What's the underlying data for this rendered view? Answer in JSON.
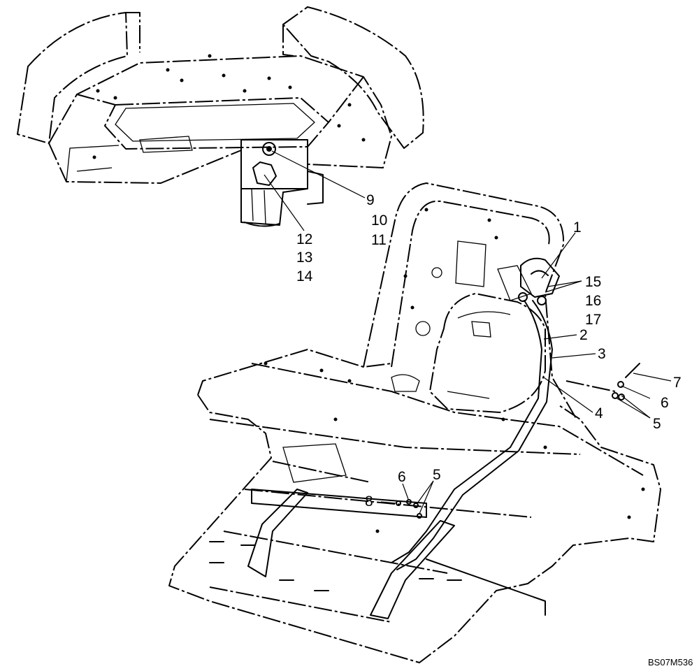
{
  "figure": {
    "reference_code": "BS07M536",
    "callouts": {
      "c1": "1",
      "c2": "2",
      "c3": "3",
      "c4": "4",
      "c5a": "5",
      "c5b": "5",
      "c6a": "6",
      "c6b": "6",
      "c7": "7",
      "c8": "8",
      "c9": "9",
      "c10": "10",
      "c11": "11",
      "c12": "12",
      "c13": "13",
      "c14": "14",
      "c15": "15",
      "c16": "16",
      "c17": "17"
    }
  },
  "colors": {
    "line": "#000000",
    "background": "#ffffff"
  }
}
